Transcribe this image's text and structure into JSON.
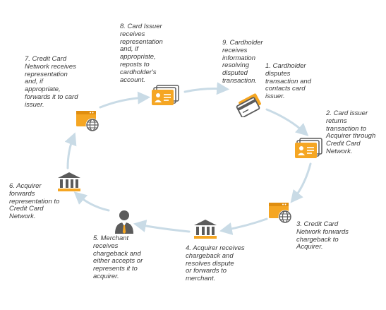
{
  "colors": {
    "accent": "#F5A623",
    "icon_dark": "#5b5b5b",
    "arrow": "#c9dbe6",
    "text": "#3a3a3a"
  },
  "steps": [
    {
      "label": "1. Cardholder\ndisputes\ntransaction and\ncontacts card\nissuer."
    },
    {
      "label": "2. Card issuer\nreturns\ntransaction to\nAcquirer through\nCredit Card\nNetwork."
    },
    {
      "label": "3. Credit Card\nNetwork forwards\nchargeback to\nAcquirer."
    },
    {
      "label": "4. Acquirer receives\nchargeback and\nresolves dispute\nor forwards to\nmerchant."
    },
    {
      "label": "5. Merchant\nreceives\nchargeback and\neither accepts or\nrepresents it to\nacquirer."
    },
    {
      "label": "6. Acquirer\nforwards\nrepresentation to\nCredit Card\nNetwork."
    },
    {
      "label": "7. Credit Card\nNetwork receives\nrepresentation\nand, if\nappropriate,\nforwards it to card\nissuer."
    },
    {
      "label": "8. Card Issuer\nreceives\nrepresentation\nand, if\nappropriate,\nreposts to\ncardholder's\naccount."
    },
    {
      "label": "9. Cardholder\nreceives\ninformation\nresolving\ndisputed\ntransaction."
    }
  ],
  "icons": [
    {
      "name": "credit-card-icon"
    },
    {
      "name": "card-issuer-icon"
    },
    {
      "name": "card-network-icon"
    },
    {
      "name": "acquirer-bank-icon"
    },
    {
      "name": "merchant-person-icon"
    },
    {
      "name": "acquirer-bank-icon"
    },
    {
      "name": "card-network-icon"
    },
    {
      "name": "card-issuer-icon"
    }
  ]
}
